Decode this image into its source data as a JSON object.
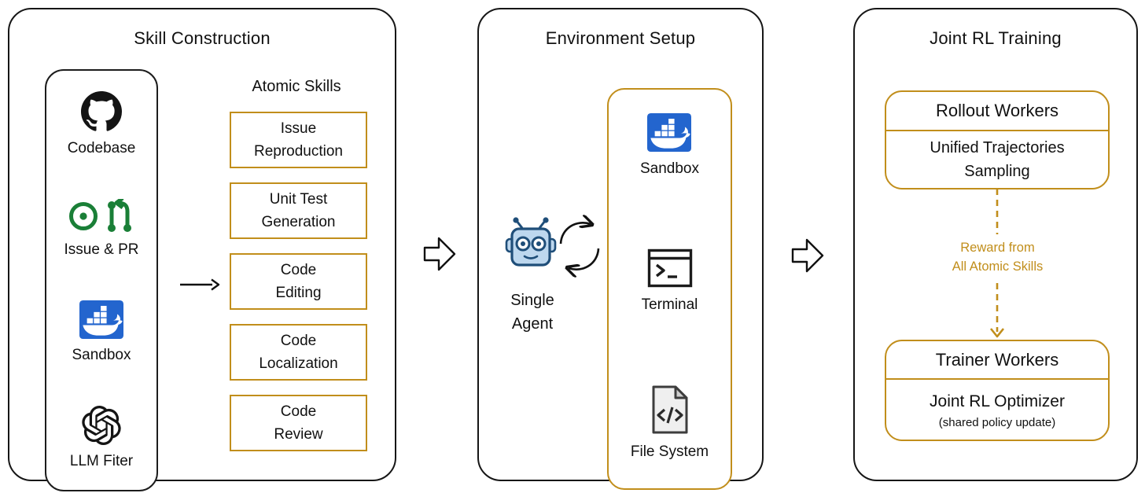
{
  "colors": {
    "accent_gold": "#C18E1B",
    "panel_border": "#161616",
    "docker_blue": "#2365CE",
    "github_black": "#141414",
    "octicon_green": "#1A7F37",
    "robot_navy": "#1F4E79",
    "robot_light_blue": "#BDD7EE"
  },
  "skill_construction": {
    "title": "Skill Construction",
    "sources": [
      {
        "icon": "github-icon",
        "label": "Codebase"
      },
      {
        "icon": "issue-pr-icon",
        "label": "Issue & PR"
      },
      {
        "icon": "docker-icon",
        "label": "Sandbox"
      },
      {
        "icon": "openai-icon",
        "label": "LLM Fiter"
      }
    ],
    "atomic_skills_heading": "Atomic Skills",
    "skills": [
      "Issue\nReproduction",
      "Unit Test\nGeneration",
      "Code\nEditing",
      "Code\nLocalization",
      "Code\nReview"
    ]
  },
  "environment_setup": {
    "title": "Environment Setup",
    "agent_label": "Single\nAgent",
    "tools": [
      {
        "icon": "docker-icon",
        "label": "Sandbox"
      },
      {
        "icon": "terminal-icon",
        "label": "Terminal"
      },
      {
        "icon": "file-code-icon",
        "label": "File System"
      }
    ]
  },
  "joint_rl_training": {
    "title": "Joint RL Training",
    "rollout_header": "Rollout Workers",
    "rollout_body": "Unified Trajectories\nSampling",
    "reward_label": "Reward from\nAll Atomic Skills",
    "trainer_header": "Trainer Workers",
    "trainer_body": "Joint RL Optimizer",
    "trainer_note": "(shared policy update)"
  }
}
